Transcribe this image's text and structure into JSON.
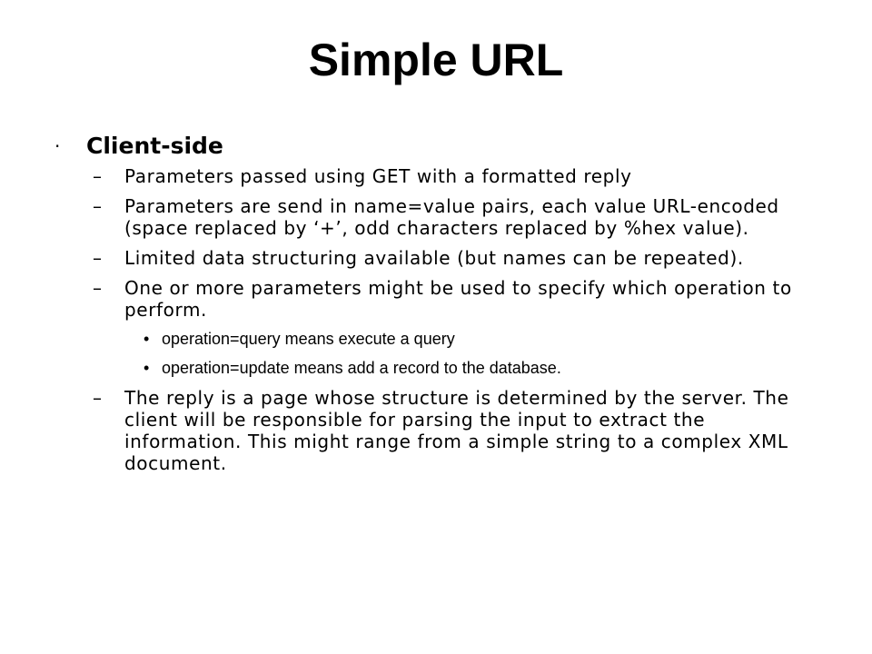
{
  "slide": {
    "title": "Simple URL",
    "bullet": {
      "marker": "·",
      "label": "Client-side",
      "items": [
        {
          "marker": "–",
          "text": "Parameters passed using GET with a formatted reply"
        },
        {
          "marker": "–",
          "text": "Parameters are send in name=value pairs, each value URL-encoded (space replaced by ‘+’,  odd characters replaced by %hex value)."
        },
        {
          "marker": "–",
          "text": "Limited data structuring available (but names can be repeated)."
        },
        {
          "marker": "–",
          "text": "One or more parameters might be used to specify which operation to perform.",
          "subitems": [
            {
              "marker": "•",
              "text": "operation=query means execute a query"
            },
            {
              "marker": "•",
              "text": "operation=update means add a record to the database."
            }
          ]
        },
        {
          "marker": "–",
          "text": "The reply is a page whose structure is determined by the server.  The client will be responsible for parsing the input to extract the information. This might range from a simple string to a complex XML document."
        }
      ]
    }
  }
}
